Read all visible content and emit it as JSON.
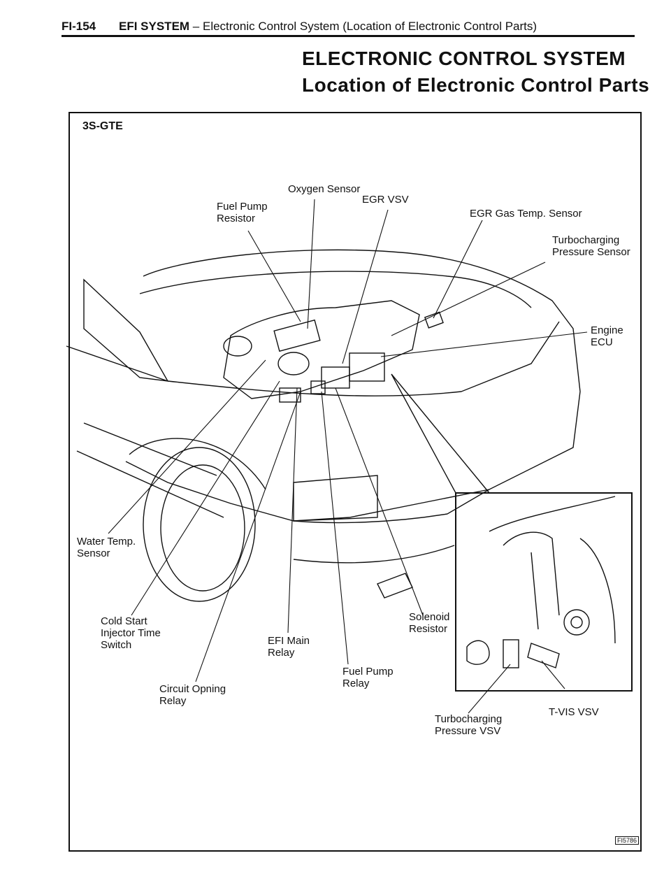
{
  "header": {
    "page_code": "FI-154",
    "section": "EFI SYSTEM",
    "subtitle": " – Electronic Control System (Location of Electronic Control Parts)"
  },
  "title": {
    "line1": "ELECTRONIC CONTROL SYSTEM",
    "line2": "Location of Electronic Control Parts"
  },
  "figure": {
    "model": "3S-GTE",
    "labels": {
      "oxygen_sensor": "Oxygen Sensor",
      "fuel_pump_resistor": "Fuel Pump\nResistor",
      "egr_vsv": "EGR VSV",
      "egr_gas_temp_sensor": "EGR Gas Temp. Sensor",
      "turbocharging_pressure_sensor": "Turbocharging\nPressure Sensor",
      "engine_ecu": "Engine\nECU",
      "water_temp_sensor": "Water Temp.\nSensor",
      "cold_start_injector_time_switch": "Cold Start\nInjector Time\nSwitch",
      "efi_main_relay": "EFI Main\nRelay",
      "fuel_pump_relay": "Fuel Pump\nRelay",
      "circuit_opening_relay": "Circuit Opning\nRelay",
      "solenoid_resistor": "Solenoid\nResistor",
      "t_vis_vsv": "T-VIS VSV",
      "turbocharging_pressure_vsv": "Turbocharging\nPressure VSV"
    },
    "figure_code": "FI5786"
  }
}
